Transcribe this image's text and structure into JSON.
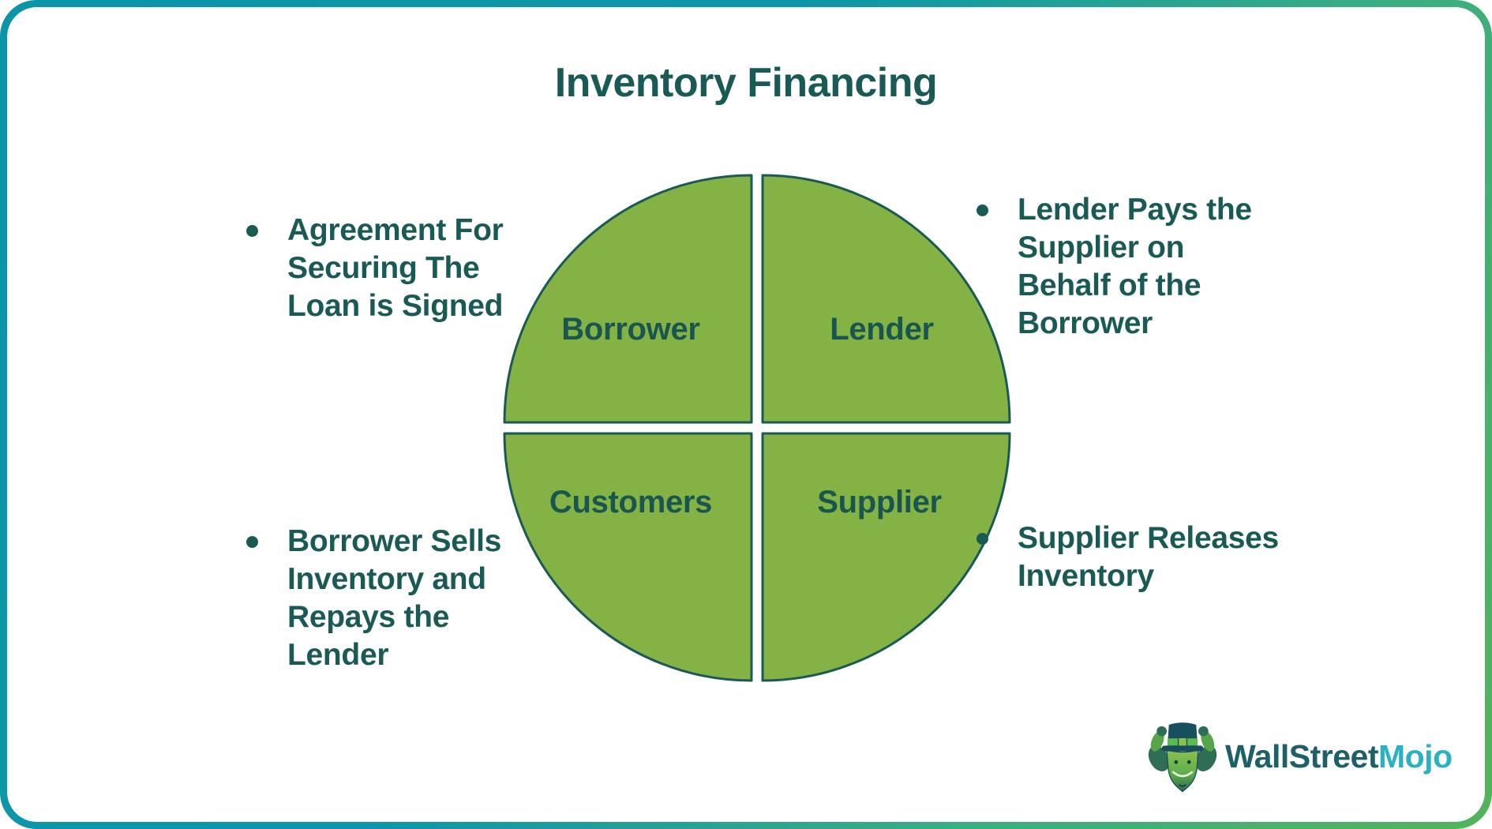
{
  "title": "Inventory Financing",
  "quadrants": [
    {
      "id": "borrower",
      "label": "Borrower"
    },
    {
      "id": "lender",
      "label": "Lender"
    },
    {
      "id": "customers",
      "label": "Customers"
    },
    {
      "id": "supplier",
      "label": "Supplier"
    }
  ],
  "bullets": [
    {
      "position": "top-left",
      "text": "Agreement For Securing The Loan is Signed",
      "lines": [
        "Agreement For",
        "Securing The",
        "Loan is Signed"
      ]
    },
    {
      "position": "top-right",
      "text": "Lender Pays the Supplier on Behalf of the Borrower",
      "lines": [
        "Lender Pays the",
        "Supplier on",
        "Behalf of the",
        "Borrower"
      ]
    },
    {
      "position": "bottom-left",
      "text": "Borrower Sells Inventory and Repays the Lender",
      "lines": [
        "Borrower Sells",
        "Inventory and",
        "Repays the",
        "Lender"
      ]
    },
    {
      "position": "bottom-right",
      "text": "Supplier Releases Inventory",
      "lines": [
        "Supplier Releases",
        "Inventory"
      ]
    }
  ],
  "logo": {
    "brand_primary": "WallStreet",
    "brand_secondary": "Mojo"
  },
  "colors": {
    "text_teal": "#1a5a55",
    "quadrant_green": "#85b244",
    "quadrant_stroke": "#1a5a55",
    "frame_teal": "#0d96a9",
    "frame_green": "#52b45a",
    "logo_primary": "#1d6068",
    "logo_secondary": "#29b2c4"
  }
}
